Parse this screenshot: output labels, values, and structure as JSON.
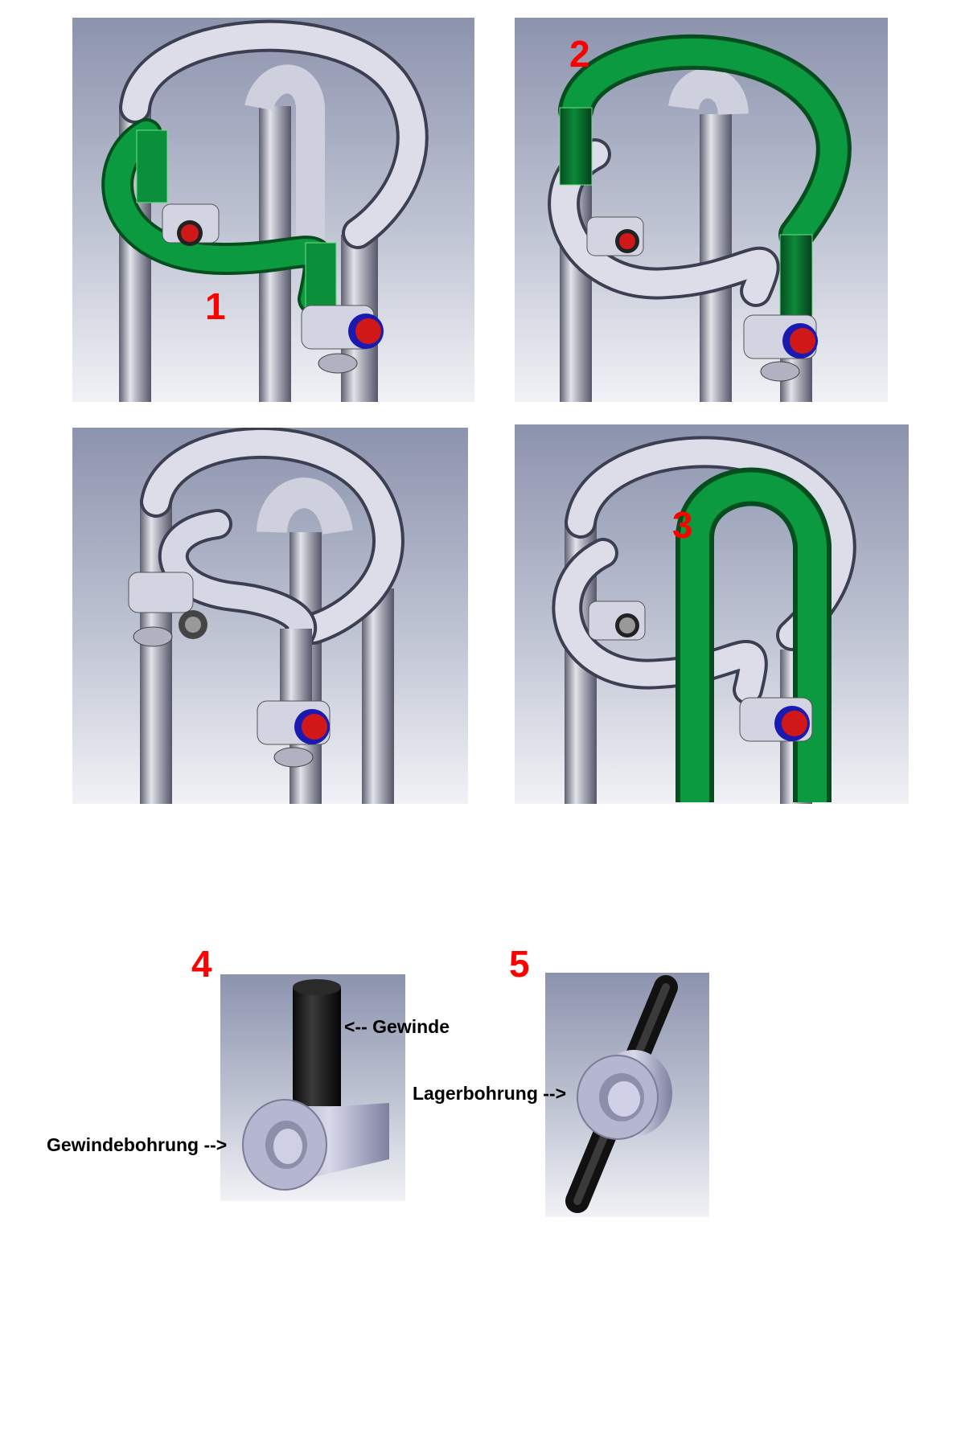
{
  "figure": {
    "panels": [
      {
        "id": "p1",
        "label": "1"
      },
      {
        "id": "p2",
        "label": "2"
      },
      {
        "id": "p3",
        "label": ""
      },
      {
        "id": "p4",
        "label": "3"
      },
      {
        "id": "p5",
        "label": "4"
      },
      {
        "id": "p6",
        "label": "5"
      }
    ],
    "annotations": {
      "gewinde": "<-- Gewinde",
      "gewindebohrung": "Gewindebohrung -->",
      "lagerbohrung": "Lagerbohrung -->"
    },
    "colors": {
      "highlight_green": "#0a8f3a",
      "pipe_silver": "#c8cad8",
      "valve_red": "#d01818",
      "seal_blue": "#1a1ab0",
      "label_red": "#ff0000",
      "rod_black": "#1a1a1a"
    }
  }
}
